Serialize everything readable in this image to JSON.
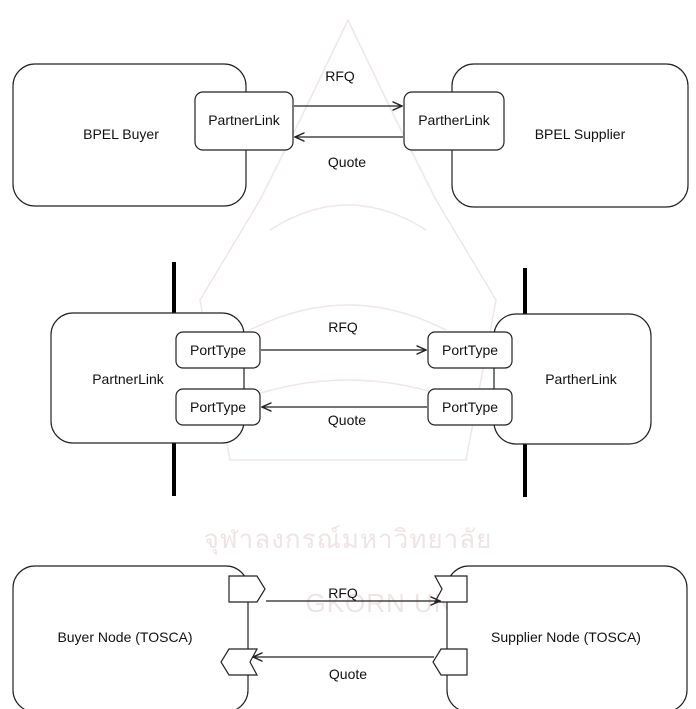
{
  "watermark": {
    "line1": "จุฬาลงกรณ์มหาวิทยาลัย",
    "line2": "GKORN UNIVE"
  },
  "section1": {
    "left_box": "BPEL Buyer",
    "right_box": "BPEL Supplier",
    "left_link": "PartnerLink",
    "right_link": "PartherLink",
    "top_message": "RFQ",
    "bottom_message": "Quote"
  },
  "section2": {
    "left_box": "PartnerLink",
    "right_box": "PartherLink",
    "port_left_top": "PortType",
    "port_left_bottom": "PortType",
    "port_right_top": "PortType",
    "port_right_bottom": "PortType",
    "top_message": "RFQ",
    "bottom_message": "Quote"
  },
  "section3": {
    "left_box": "Buyer Node (TOSCA)",
    "right_box": "Supplier Node (TOSCA)",
    "top_message": "RFQ",
    "bottom_message": "Quote"
  }
}
